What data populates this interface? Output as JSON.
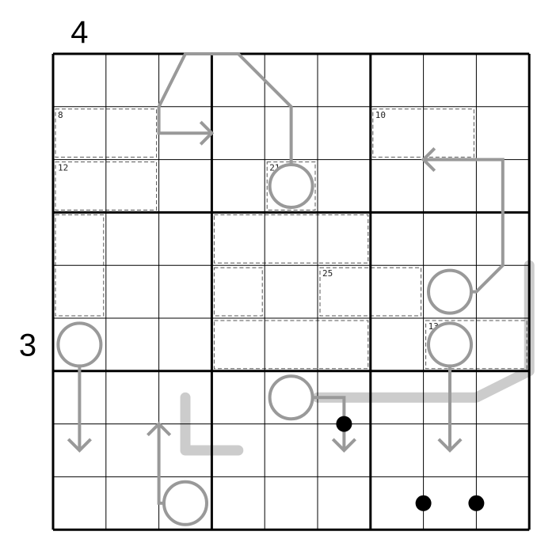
{
  "puzzle": {
    "grid_size": 9,
    "outside_clues": [
      {
        "text": "4",
        "side": "top",
        "index": 0
      },
      {
        "text": "3",
        "side": "left",
        "index": 5
      }
    ],
    "cages": [
      {
        "sum": "8",
        "cells": [
          [
            1,
            0
          ],
          [
            1,
            1
          ]
        ]
      },
      {
        "sum": "10",
        "cells": [
          [
            1,
            6
          ],
          [
            1,
            7
          ]
        ]
      },
      {
        "sum": "12",
        "cells": [
          [
            2,
            0
          ],
          [
            2,
            1
          ]
        ]
      },
      {
        "sum": "21",
        "cells": [
          [
            2,
            4
          ]
        ]
      },
      {
        "sum": "",
        "cells": [
          [
            3,
            0
          ],
          [
            4,
            0
          ]
        ]
      },
      {
        "sum": "",
        "cells": [
          [
            3,
            3
          ],
          [
            3,
            4
          ],
          [
            3,
            5
          ]
        ]
      },
      {
        "sum": "",
        "cells": [
          [
            4,
            3
          ]
        ]
      },
      {
        "sum": "25",
        "cells": [
          [
            4,
            5
          ],
          [
            4,
            6
          ]
        ]
      },
      {
        "sum": "",
        "cells": [
          [
            5,
            3
          ],
          [
            5,
            4
          ],
          [
            5,
            5
          ]
        ]
      },
      {
        "sum": "13",
        "cells": [
          [
            5,
            7
          ],
          [
            5,
            8
          ]
        ]
      }
    ],
    "arrows": [
      {
        "circle": [
          2,
          4
        ],
        "path": [
          [
            2,
            4
          ],
          [
            0.5,
            4
          ],
          [
            -0.5,
            3
          ],
          [
            -0.5,
            2
          ],
          [
            0.5,
            1.5
          ],
          [
            1,
            1.5
          ],
          [
            1,
            2.5
          ]
        ]
      },
      {
        "circle": [
          4,
          7
        ],
        "path": [
          [
            4,
            7
          ],
          [
            4,
            7.5
          ],
          [
            3.5,
            8
          ],
          [
            1.5,
            8
          ],
          [
            1.5,
            6.5
          ]
        ]
      },
      {
        "circle": [
          5,
          0
        ],
        "path": [
          [
            5,
            0
          ],
          [
            7,
            0
          ]
        ]
      },
      {
        "circle": [
          8,
          2
        ],
        "path": [
          [
            8,
            2
          ],
          [
            8,
            1.5
          ],
          [
            6.5,
            1.5
          ]
        ]
      },
      {
        "circle": [
          6,
          4
        ],
        "path": [
          [
            6,
            4
          ],
          [
            6,
            5
          ],
          [
            7,
            5
          ]
        ]
      },
      {
        "circle": [
          5,
          7
        ],
        "path": [
          [
            5,
            7
          ],
          [
            7,
            7
          ]
        ]
      }
    ],
    "thermos": [
      {
        "cells": [
          [
            6,
            2
          ],
          [
            7,
            2
          ],
          [
            7,
            3
          ]
        ]
      },
      {
        "cells": [
          [
            3.5,
            8.5
          ],
          [
            4.5,
            8.5
          ],
          [
            5.5,
            8.5
          ],
          [
            6,
            7.5
          ],
          [
            6,
            6.5
          ],
          [
            6,
            5.5
          ],
          [
            6,
            4.5
          ]
        ]
      }
    ],
    "dots": [
      [
        7,
        5.5
      ],
      [
        8.5,
        7
      ],
      [
        8.5,
        8
      ]
    ],
    "colors": {
      "line": "#000000",
      "grey_overlay": "#999999",
      "thermo": "#cccccc",
      "cage": "#555555",
      "dot": "#000000"
    }
  }
}
